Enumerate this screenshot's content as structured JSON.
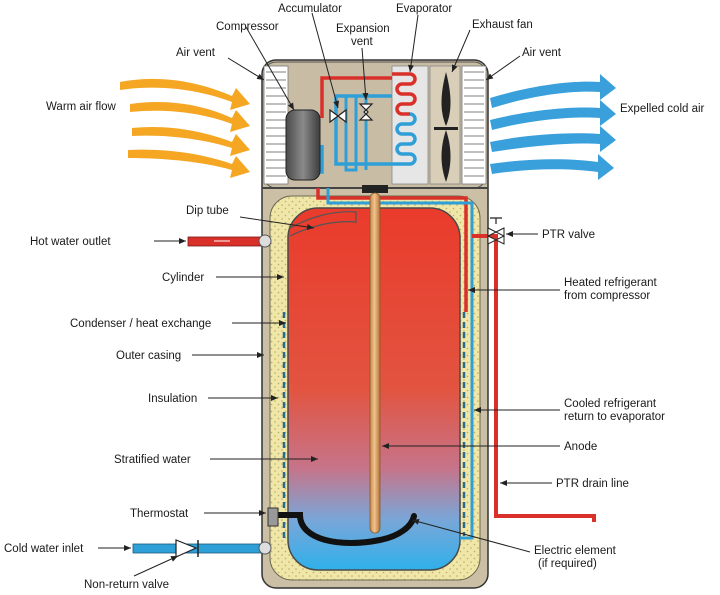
{
  "labels": {
    "accumulator": "Accumulator",
    "compressor": "Compressor",
    "expansion_vent_1": "Expansion",
    "expansion_vent_2": "vent",
    "evaporator": "Evaporator",
    "exhaust_fan": "Exhaust fan",
    "air_vent_left": "Air vent",
    "air_vent_right": "Air vent",
    "warm_air_flow": "Warm air flow",
    "expelled_cold_air": "Expelled cold air",
    "dip_tube": "Dip tube",
    "hot_water_outlet": "Hot water outlet",
    "ptr_valve": "PTR valve",
    "cylinder": "Cylinder",
    "heated_refrigerant_1": "Heated refrigerant",
    "heated_refrigerant_2": "from compressor",
    "condenser": "Condenser / heat exchange",
    "outer_casing": "Outer casing",
    "insulation": "Insulation",
    "cooled_refrigerant_1": "Cooled refrigerant",
    "cooled_refrigerant_2": "return to evaporator",
    "anode": "Anode",
    "stratified_water": "Stratified water",
    "ptr_drain_line": "PTR drain line",
    "thermostat": "Thermostat",
    "cold_water_inlet": "Cold water inlet",
    "electric_element_1": "Electric element",
    "electric_element_2": "(if required)",
    "non_return_valve": "Non-return valve"
  },
  "colors": {
    "casing": "#cbbfa6",
    "insulation": "#efe6a8",
    "hot_water": "#e63a2e",
    "cold_water": "#3aa9e0",
    "hot_pipe": "#d9302a",
    "cold_pipe": "#2f9fd8",
    "warm_air": "#f5a623",
    "cold_air": "#3aa0dc"
  },
  "icons": [
    "warm-air-arrow-icon",
    "cold-air-arrow-icon",
    "fan-blade-icon",
    "valve-icon",
    "non-return-valve-icon"
  ]
}
